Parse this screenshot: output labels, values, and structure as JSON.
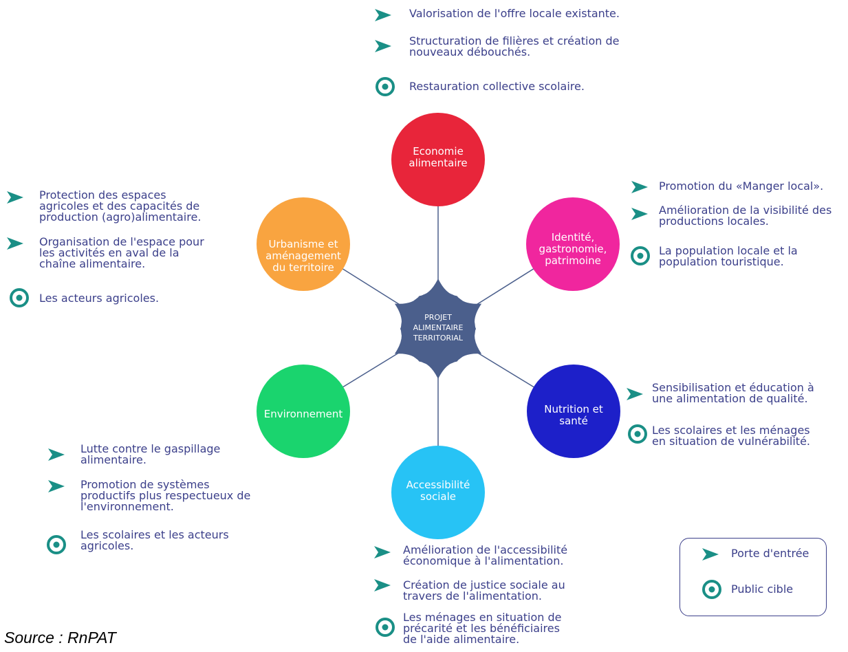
{
  "colors": {
    "text": "#3b3f8a",
    "hub": "#4b5f8c",
    "spoke": "#4b5f8c",
    "icon": "#1a8f86"
  },
  "hub": {
    "lines": [
      "PROJET",
      "ALIMENTAIRE",
      "TERRITORIAL"
    ]
  },
  "themes": [
    {
      "name": "economie",
      "color": "#e8253a",
      "lines": [
        "Economie",
        "alimentaire"
      ]
    },
    {
      "name": "identite",
      "color": "#f0269e",
      "lines": [
        "Identité,",
        "gastronomie,",
        "patrimoine"
      ]
    },
    {
      "name": "nutrition",
      "color": "#1d20c9",
      "lines": [
        "Nutrition et",
        "santé"
      ]
    },
    {
      "name": "accessibilite",
      "color": "#27c3f5",
      "lines": [
        "Accessibilité",
        "sociale"
      ]
    },
    {
      "name": "environnement",
      "color": "#1ad46e",
      "lines": [
        "Environnement"
      ]
    },
    {
      "name": "urbanisme",
      "color": "#f9a440",
      "lines": [
        "Urbanisme et",
        "aménagement",
        "du territoire"
      ]
    }
  ],
  "groups": [
    {
      "name": "economie",
      "items": [
        {
          "icon": "arrow",
          "lines": [
            "Valorisation de l'offre locale existante."
          ]
        },
        {
          "icon": "arrow",
          "lines": [
            "Structuration de filières et création de",
            "nouveaux débouchés."
          ]
        },
        {
          "icon": "target",
          "lines": [
            "Restauration collective scolaire."
          ]
        }
      ]
    },
    {
      "name": "identite",
      "items": [
        {
          "icon": "arrow",
          "lines": [
            "Promotion du «Manger local»."
          ]
        },
        {
          "icon": "arrow",
          "lines": [
            "Amélioration de la visibilité des",
            "productions locales."
          ]
        },
        {
          "icon": "target",
          "lines": [
            "La population locale et la",
            "population touristique."
          ]
        }
      ]
    },
    {
      "name": "nutrition",
      "items": [
        {
          "icon": "arrow",
          "lines": [
            "Sensibilisation et éducation à",
            "une alimentation de qualité."
          ]
        },
        {
          "icon": "target",
          "lines": [
            "Les scolaires et les ménages",
            "en situation de vulnérabilité."
          ]
        }
      ]
    },
    {
      "name": "accessibilite",
      "items": [
        {
          "icon": "arrow",
          "lines": [
            "Amélioration de l'accessibilité",
            "économique à l'alimentation."
          ]
        },
        {
          "icon": "arrow",
          "lines": [
            "Création de justice sociale au",
            "travers de l'alimentation."
          ]
        },
        {
          "icon": "target",
          "lines": [
            "Les ménages en situation de",
            "précarité et les bénéficiaires",
            "de l'aide alimentaire."
          ]
        }
      ]
    },
    {
      "name": "environnement",
      "items": [
        {
          "icon": "arrow",
          "lines": [
            "Lutte contre le gaspillage",
            "alimentaire."
          ]
        },
        {
          "icon": "arrow",
          "lines": [
            "Promotion de systèmes",
            "productifs plus respectueux de",
            "l'environnement."
          ]
        },
        {
          "icon": "target",
          "lines": [
            "Les scolaires et les acteurs",
            "agricoles."
          ]
        }
      ]
    },
    {
      "name": "urbanisme",
      "items": [
        {
          "icon": "arrow",
          "lines": [
            "Protection des espaces",
            "agricoles et des capacités de",
            "production (agro)alimentaire."
          ]
        },
        {
          "icon": "arrow",
          "lines": [
            "Organisation de l'espace pour",
            "les activités en aval de la",
            "chaîne alimentaire."
          ]
        },
        {
          "icon": "target",
          "lines": [
            "Les acteurs agricoles."
          ]
        }
      ]
    }
  ],
  "legend": {
    "items": [
      {
        "icon": "arrow",
        "label": "Porte d'entrée"
      },
      {
        "icon": "target",
        "label": "Public cible"
      }
    ]
  },
  "source": "Source : RnPAT"
}
